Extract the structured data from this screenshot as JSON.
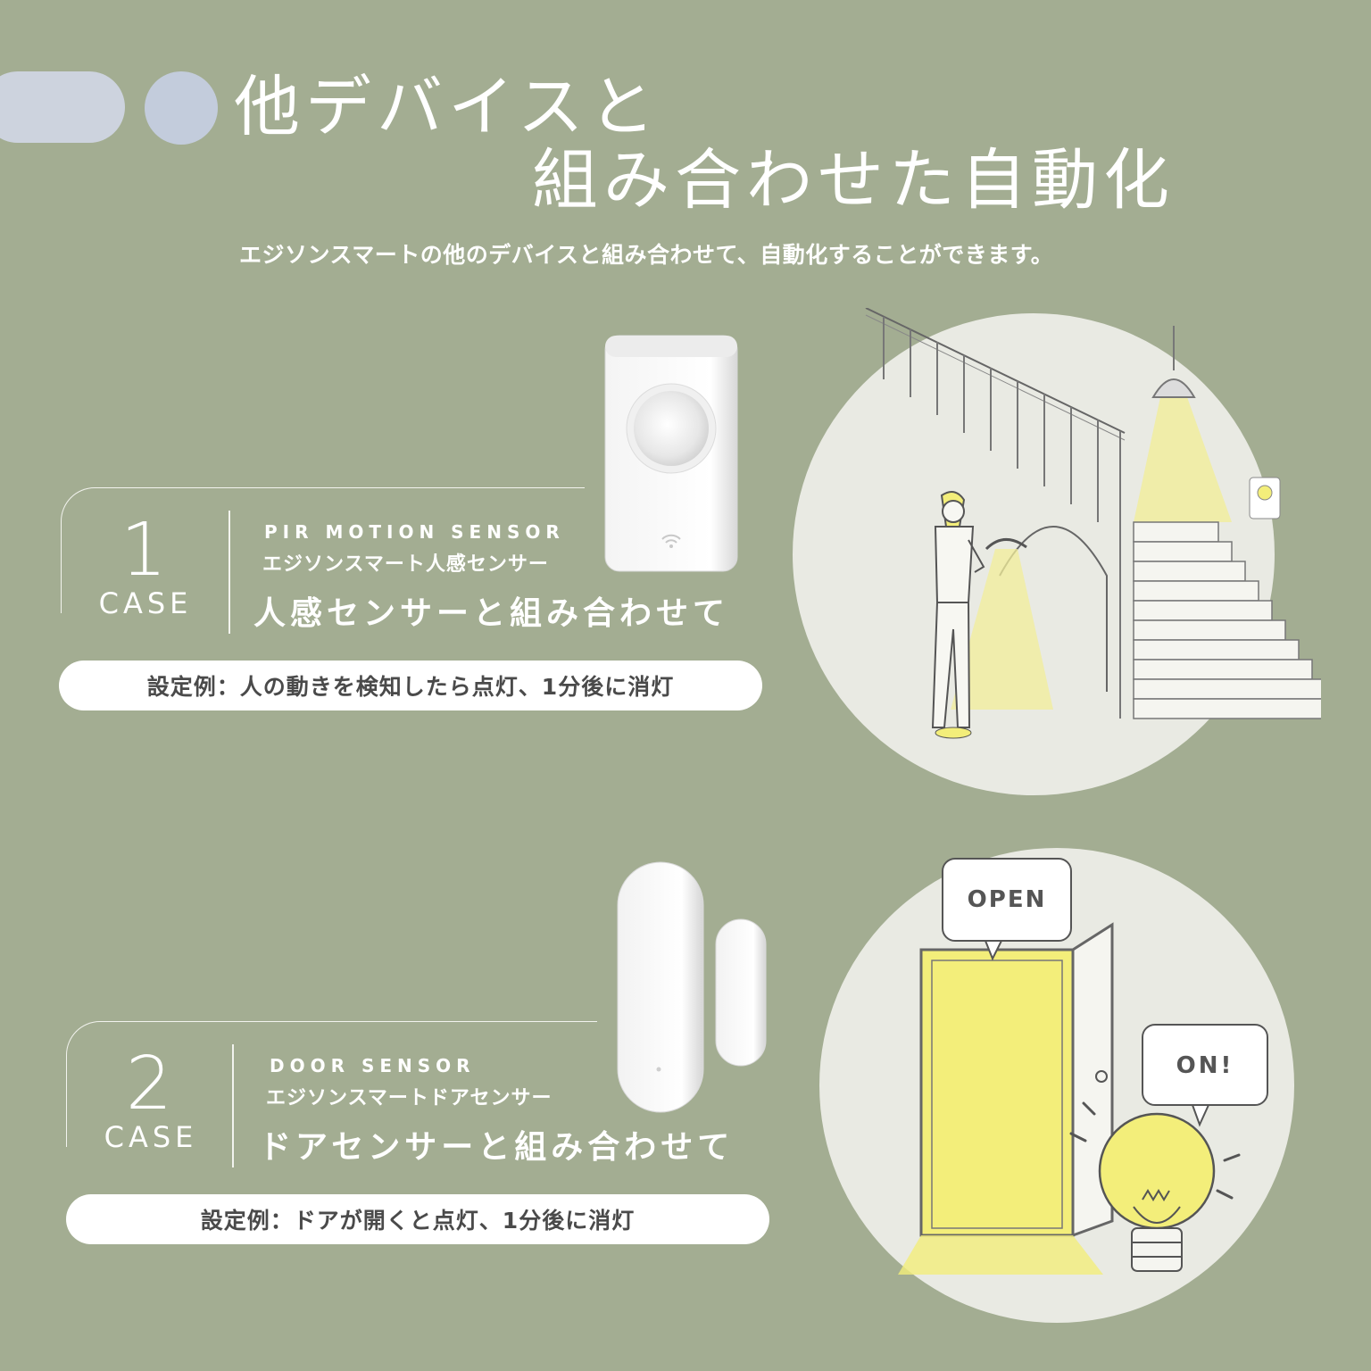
{
  "header": {
    "title_line1": "他デバイスと",
    "title_line2": "組み合わせた自動化",
    "subtitle": "エジソンスマートの他のデバイスと組み合わせて、自動化することができます。"
  },
  "cases": [
    {
      "number": "1",
      "case_label": "CASE",
      "english_name": "PIR MOTION SENSOR",
      "product_name": "エジソンスマート人感センサー",
      "headline": "人感センサーと組み合わせて",
      "example": "設定例：人の動きを検知したら点灯、1分後に消灯"
    },
    {
      "number": "2",
      "case_label": "CASE",
      "english_name": "DOOR SENSOR",
      "product_name": "エジソンスマートドアセンサー",
      "headline": "ドアセンサーと組み合わせて",
      "example": "設定例：ドアが開くと点灯、1分後に消灯",
      "bubble_open": "OPEN",
      "bubble_on": "ON!"
    }
  ],
  "colors": {
    "background": "#a3ad92",
    "accent_blue": "#c3ccdc",
    "circle_bg": "#e9eae3",
    "light_yellow": "#f3ee7a",
    "text_white": "#ffffff",
    "pill_text": "#4a4a4a"
  }
}
